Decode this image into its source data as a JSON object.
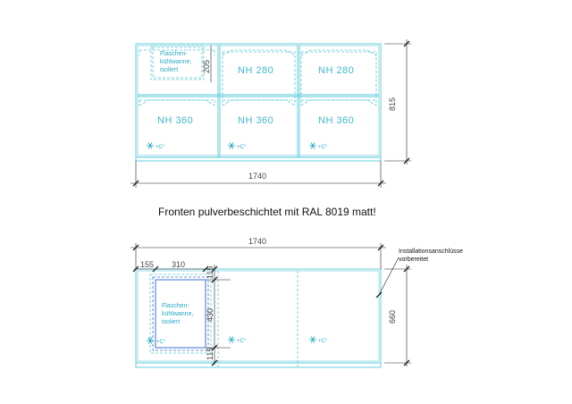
{
  "top_view": {
    "width_dim": "1740",
    "height_dim": "815",
    "small_dim": "205",
    "drawers_top_row": [
      "NH 280",
      "NH 280"
    ],
    "drawers_bottom_row": [
      "NH 360",
      "NH 360",
      "NH 360"
    ],
    "bottle_tray_lines": [
      "Flaschen-",
      "kühlwanne,",
      "isoliert"
    ],
    "cooling_label": "+C°"
  },
  "caption": "Fronten pulverbeschichtet mit RAL 8019 matt!",
  "plan_view": {
    "width_dim": "1740",
    "depth_dim": "660",
    "dim_155": "155",
    "dim_310": "310",
    "dim_115_top": "115",
    "dim_430": "430",
    "dim_115_bottom": "115",
    "bottle_tray_lines": [
      "Flaschen-",
      "kühlwanne,",
      "isoliert"
    ],
    "cooling_label": "+C°",
    "installation_note": [
      "Installationsanschlüsse",
      "vorbereitet"
    ]
  },
  "colors": {
    "outline": "#56c8d8",
    "dimension": "#222222",
    "tray": "#3b6fd6"
  }
}
